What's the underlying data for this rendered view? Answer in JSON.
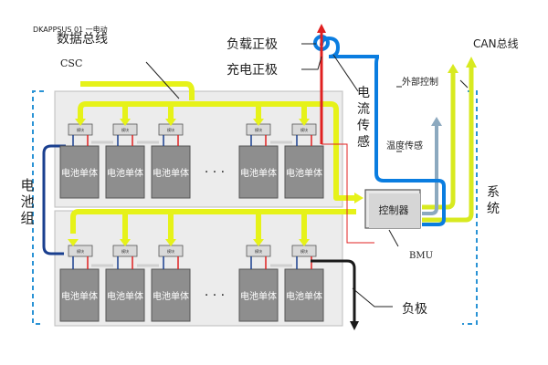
{
  "labels": {
    "top_overlap": "DKAPPSUS 01 一电动",
    "data_bus": "数据总线",
    "csc": "CSC",
    "load_positive": "负载正极",
    "charge_positive": "充电正极",
    "current_sensor": [
      "电",
      "流",
      "传",
      "感"
    ],
    "can_bus": "CAN总线",
    "external_control": "外部控制",
    "temp_sensor": "温度传感",
    "system": [
      "系",
      "统"
    ],
    "controller": "控制器",
    "bmu": "BMU",
    "negative": "负极",
    "battery_pack": [
      "电",
      "池",
      "组"
    ],
    "cell": "电池单体",
    "module_tag": "模块",
    "dots": "· · ·"
  },
  "colors": {
    "bus_yellow": "#e6f219",
    "load_line": "#0a7de0",
    "charge_line": "#e02020",
    "neg_line": "#1a1a1a",
    "can_yellow": "#d8ea20",
    "temp_gray": "#8ca9bf",
    "cell_fill": "#8e8e8e",
    "panel_fill": "#ececec",
    "dashed_border": "#2a93d5",
    "link_blue": "#1a3f8f"
  }
}
